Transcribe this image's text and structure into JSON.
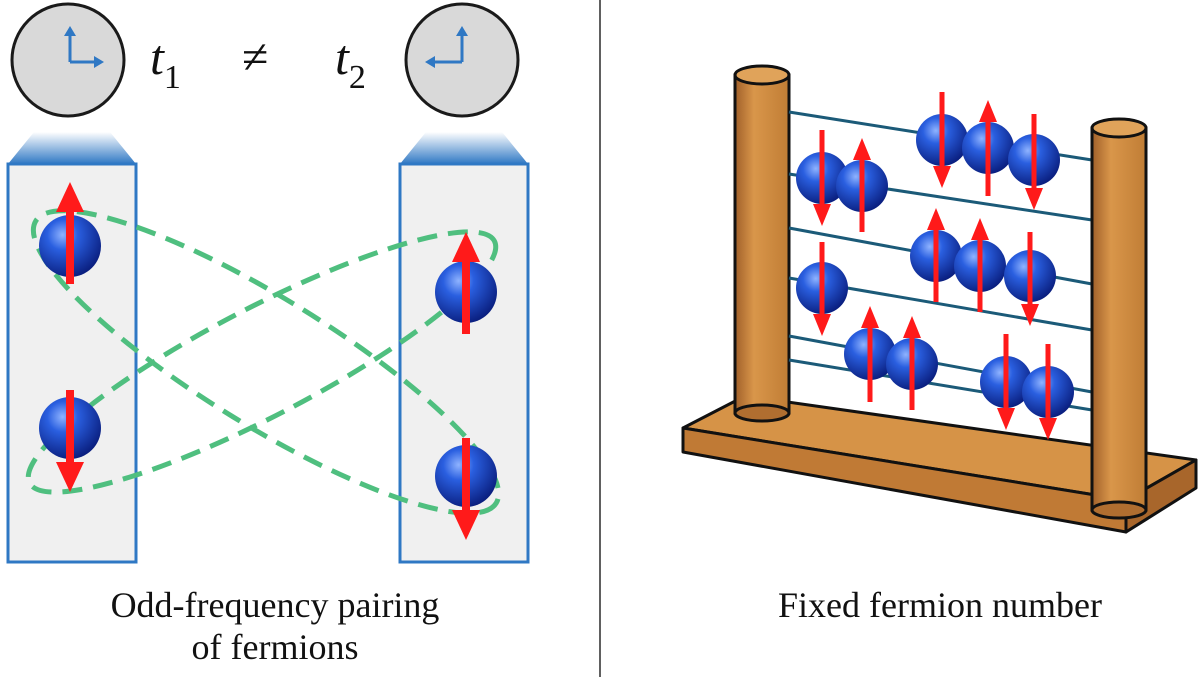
{
  "left_panel": {
    "time_left": {
      "symbol": "t",
      "subscript": "1"
    },
    "relation": "≠",
    "time_right": {
      "symbol": "t",
      "subscript": "2"
    },
    "caption_line1": "Odd-frequency pairing",
    "caption_line2": "of fermions",
    "spins": {
      "left_column": [
        "up",
        "down"
      ],
      "right_column": [
        "up",
        "down"
      ]
    }
  },
  "right_panel": {
    "caption": "Fixed fermion number",
    "abacus_rows": [
      [
        "down",
        "up",
        "gap",
        "down",
        "up",
        "down"
      ],
      [
        "down",
        "gap",
        "up",
        "up",
        "down"
      ],
      [
        "up",
        "up",
        "gap",
        "down",
        "down"
      ]
    ]
  },
  "colors": {
    "spin_arrow": "#ff1a1a",
    "particle": "#1f4fd8",
    "pairing_loop": "#4fbf7f",
    "column_border": "#2f78c4",
    "column_fill": "#f0f0f0",
    "clock_face": "#d9d9d9",
    "clock_hand": "#2f78c4",
    "wood": "#d69347",
    "wood_dark": "#9a5a24"
  }
}
